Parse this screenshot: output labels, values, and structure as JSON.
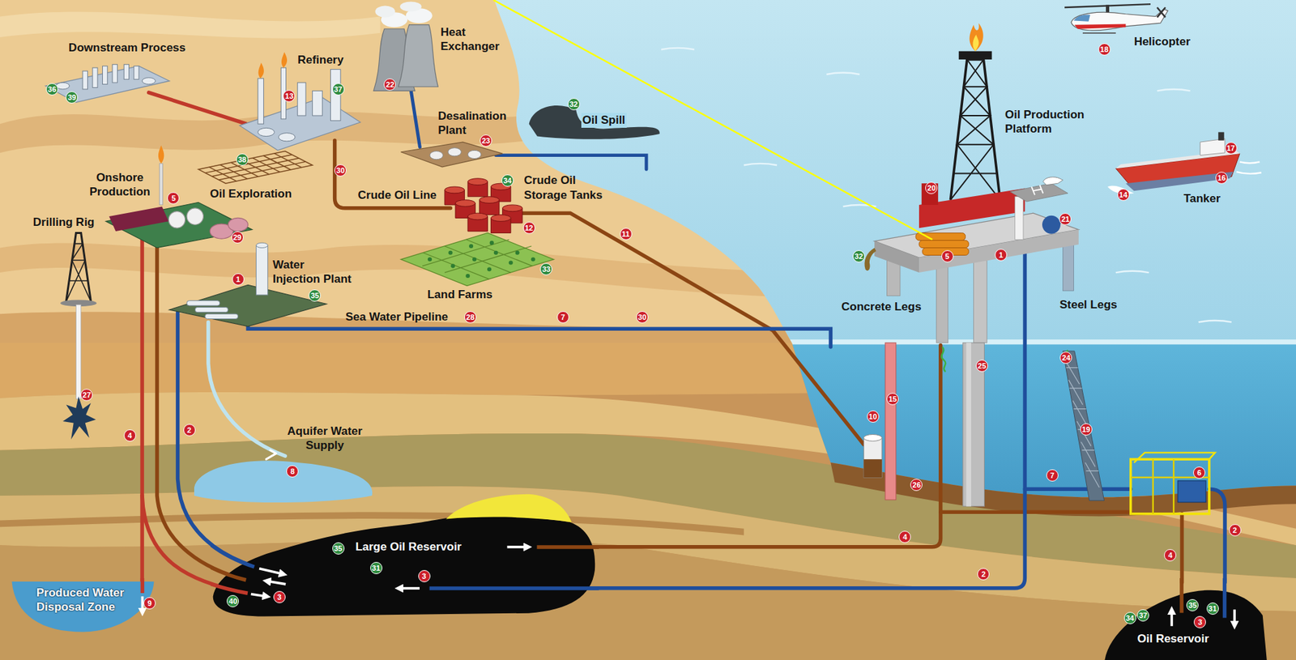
{
  "diagram": {
    "nodes": [
      {
        "text": [
          "Large Oil Reservoir"
        ]
      },
      {
        "text": [
          "Produced Water Disposal Zone"
        ]
      },
      {
        "text": [
          "Oil Reservoir"
        ]
      }
    ],
    "labels": [
      "Helicopter",
      "18",
      "Heat Exchanger",
      "Downstream Process",
      "Refinery",
      "22",
      "36",
      "37",
      "39",
      "13",
      "32",
      "Oil Spill",
      "Oil Production Platform",
      "Desalination Plant",
      "23",
      "17",
      "38",
      "30",
      "Onshore Production",
      "Crude Oil Storage Tanks",
      "16",
      "34",
      "20",
      "Oil Exploration",
      "Crude Oil Line",
      "5",
      "14",
      "Tanker",
      "Drilling Rig",
      "21",
      "12",
      "11",
      "29",
      "1",
      "5",
      "32",
      "Water Injection Plant",
      "33",
      "1",
      "Land Farms",
      "35",
      "Steel Legs",
      "Concrete Legs",
      "Sea Water Pipeline",
      "28",
      "7",
      "30",
      "24",
      "25",
      "27",
      "15",
      "10",
      "Aquifer Water Supply",
      "2",
      "19",
      "4",
      "8",
      "7",
      "6",
      "26",
      "2",
      "4",
      "35",
      "4",
      "31",
      "2",
      "3",
      "3",
      "40",
      "9",
      "35",
      "31",
      "37",
      "34",
      "3"
    ]
  }
}
